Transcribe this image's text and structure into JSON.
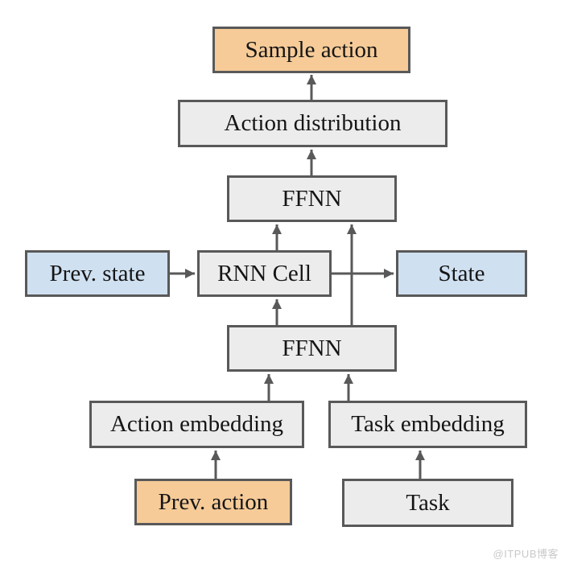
{
  "diagram": {
    "title_hint": "RNN controller architecture flow diagram",
    "nodes": {
      "sample_action": {
        "label": "Sample action",
        "kind": "output"
      },
      "action_distribution": {
        "label": "Action distribution",
        "kind": "process"
      },
      "ffnn_top": {
        "label": "FFNN",
        "kind": "process"
      },
      "prev_state": {
        "label": "Prev. state",
        "kind": "state"
      },
      "rnn_cell": {
        "label": "RNN Cell",
        "kind": "process"
      },
      "state": {
        "label": "State",
        "kind": "state"
      },
      "ffnn_bottom": {
        "label": "FFNN",
        "kind": "process"
      },
      "action_embedding": {
        "label": "Action embedding",
        "kind": "process"
      },
      "task_embedding": {
        "label": "Task embedding",
        "kind": "process"
      },
      "prev_action": {
        "label": "Prev. action",
        "kind": "output"
      },
      "task": {
        "label": "Task",
        "kind": "process"
      }
    },
    "edges": [
      "action_distribution -> sample_action",
      "ffnn_top -> action_distribution",
      "rnn_cell -> ffnn_top",
      "ffnn_bottom -> ffnn_top (skip connection)",
      "ffnn_bottom -> rnn_cell",
      "prev_state -> rnn_cell",
      "rnn_cell -> state",
      "action_embedding -> ffnn_bottom",
      "task_embedding -> ffnn_bottom",
      "prev_action -> action_embedding",
      "task -> task_embedding"
    ],
    "colors": {
      "output_fill": "#f6cb98",
      "state_fill": "#cfe0f1",
      "process_fill": "#ececec",
      "border": "#595959",
      "arrow": "#595959",
      "text": "#151515",
      "watermark": "#c9c9c9"
    }
  },
  "watermark": {
    "text": "@ITPUB博客"
  }
}
